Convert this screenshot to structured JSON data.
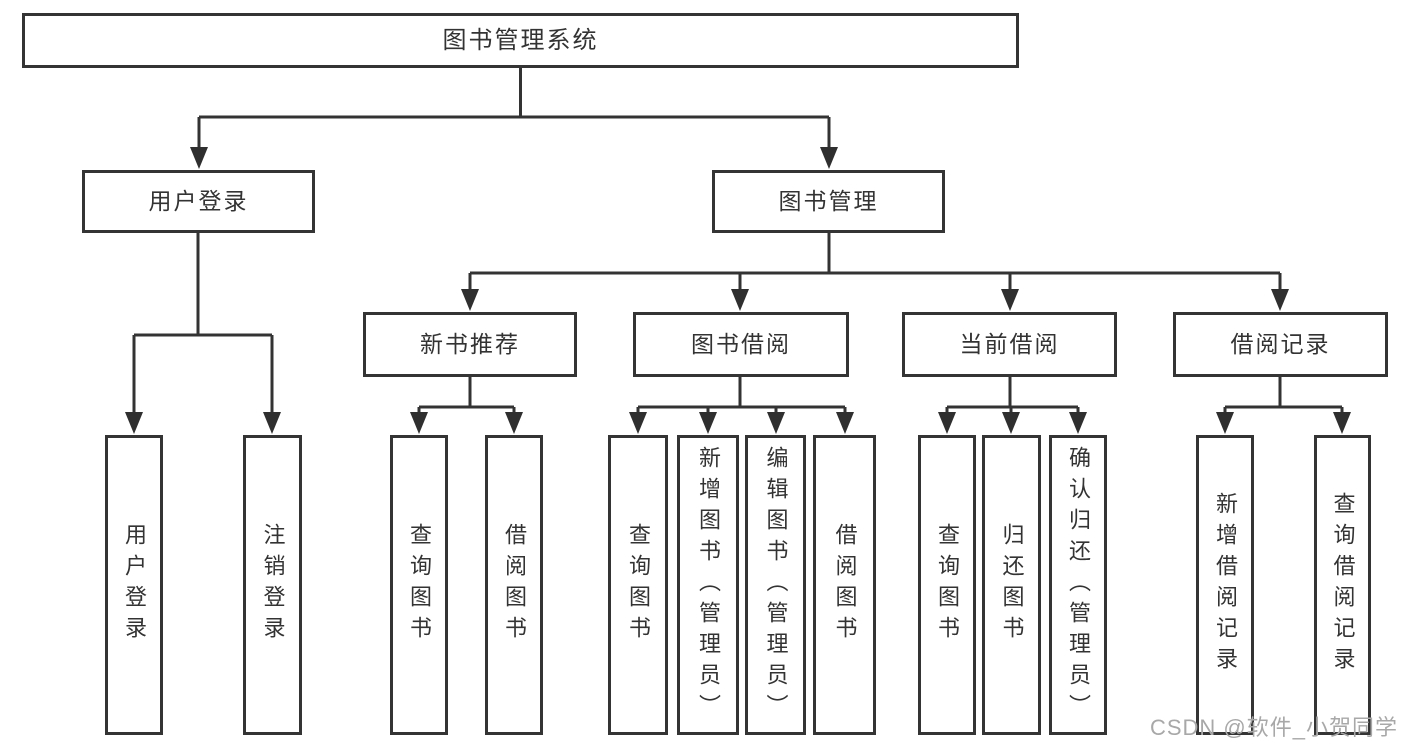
{
  "diagram": {
    "root": {
      "label": "图书管理系统"
    },
    "level2": [
      {
        "label": "用户登录"
      },
      {
        "label": "图书管理"
      }
    ],
    "level3": [
      {
        "label": "新书推荐"
      },
      {
        "label": "图书借阅"
      },
      {
        "label": "当前借阅"
      },
      {
        "label": "借阅记录"
      }
    ],
    "leaves": [
      {
        "label": "用户登录"
      },
      {
        "label": "注销登录"
      },
      {
        "label": "查询图书"
      },
      {
        "label": "借阅图书"
      },
      {
        "label": "查询图书"
      },
      {
        "label": "新增图书（管理员）"
      },
      {
        "label": "编辑图书（管理员）"
      },
      {
        "label": "借阅图书"
      },
      {
        "label": "查询图书"
      },
      {
        "label": "归还图书"
      },
      {
        "label": "确认归还（管理员）"
      },
      {
        "label": "新增借阅记录"
      },
      {
        "label": "查询借阅记录"
      }
    ],
    "hierarchy": {
      "图书管理系统": [
        "用户登录",
        "图书管理"
      ],
      "用户登录": [
        "用户登录",
        "注销登录"
      ],
      "图书管理": [
        "新书推荐",
        "图书借阅",
        "当前借阅",
        "借阅记录"
      ],
      "新书推荐": [
        "查询图书",
        "借阅图书"
      ],
      "图书借阅": [
        "查询图书",
        "新增图书（管理员）",
        "编辑图书（管理员）",
        "借阅图书"
      ],
      "当前借阅": [
        "查询图书",
        "归还图书",
        "确认归还（管理员）"
      ],
      "借阅记录": [
        "新增借阅记录",
        "查询借阅记录"
      ]
    }
  },
  "watermark": {
    "text": "CSDN @软件_小贺同学",
    "color": "#a8a8a8"
  },
  "colors": {
    "line": "#333333",
    "border": "#343434",
    "text": "#333333",
    "background": "#ffffff"
  }
}
